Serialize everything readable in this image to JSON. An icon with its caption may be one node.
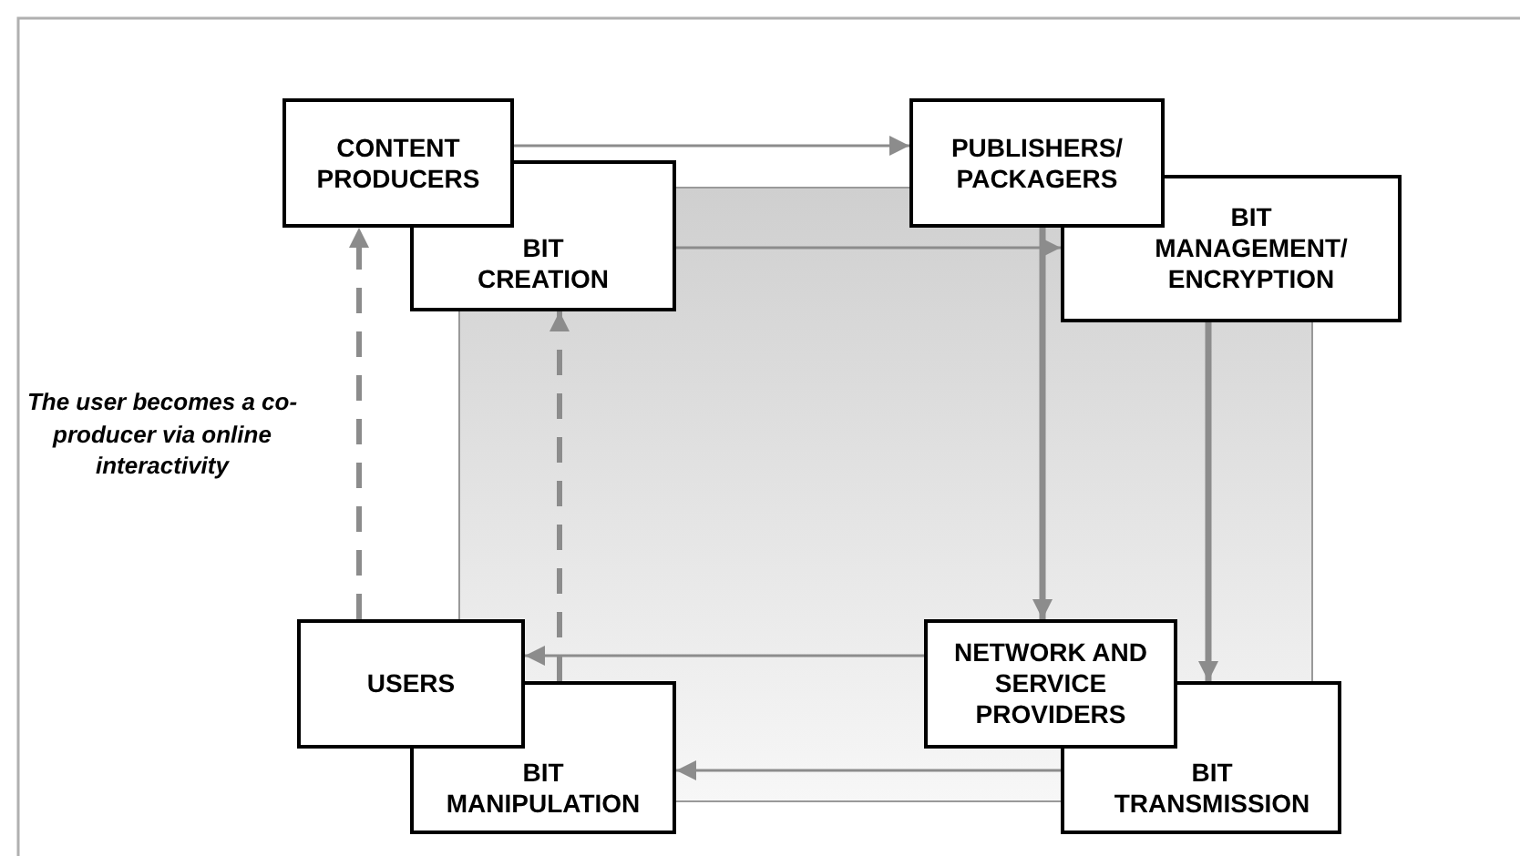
{
  "diagram": {
    "nodes": [
      {
        "text": [
          "CONTENT PRODUCERS"
        ]
      },
      {
        "text": [
          "BIT CREATION"
        ]
      },
      {
        "text": [
          "PUBLISHERS/ PACKAGERS"
        ]
      },
      {
        "text": [
          "BIT MANAGEMENT/ ENCRYPTION"
        ]
      },
      {
        "text": [
          "USERS"
        ]
      },
      {
        "text": [
          "BIT MANIPULATION"
        ]
      },
      {
        "text": [
          "NETWORK AND SERVICE PROVIDERS"
        ]
      },
      {
        "text": [
          "BIT TRANSMISSION"
        ]
      }
    ],
    "edges": [
      {
        "from": 0,
        "to": 2,
        "arrow": "to"
      },
      {
        "from": 1,
        "to": 3,
        "arrow": "to"
      },
      {
        "from": 2,
        "to": 6,
        "arrow": "to",
        "style": "thick"
      },
      {
        "from": 3,
        "to": 7,
        "arrow": "to",
        "style": "thick"
      },
      {
        "from": 6,
        "to": 4,
        "arrow": "to"
      },
      {
        "from": 7,
        "to": 5,
        "arrow": "to"
      },
      {
        "from": 4,
        "to": 0,
        "arrow": "to",
        "style": "dashed"
      },
      {
        "from": 5,
        "to": 1,
        "arrow": "to",
        "style": "dashed"
      }
    ],
    "labels": [
      "The user becomes a co-producer via online interactivity"
    ]
  }
}
